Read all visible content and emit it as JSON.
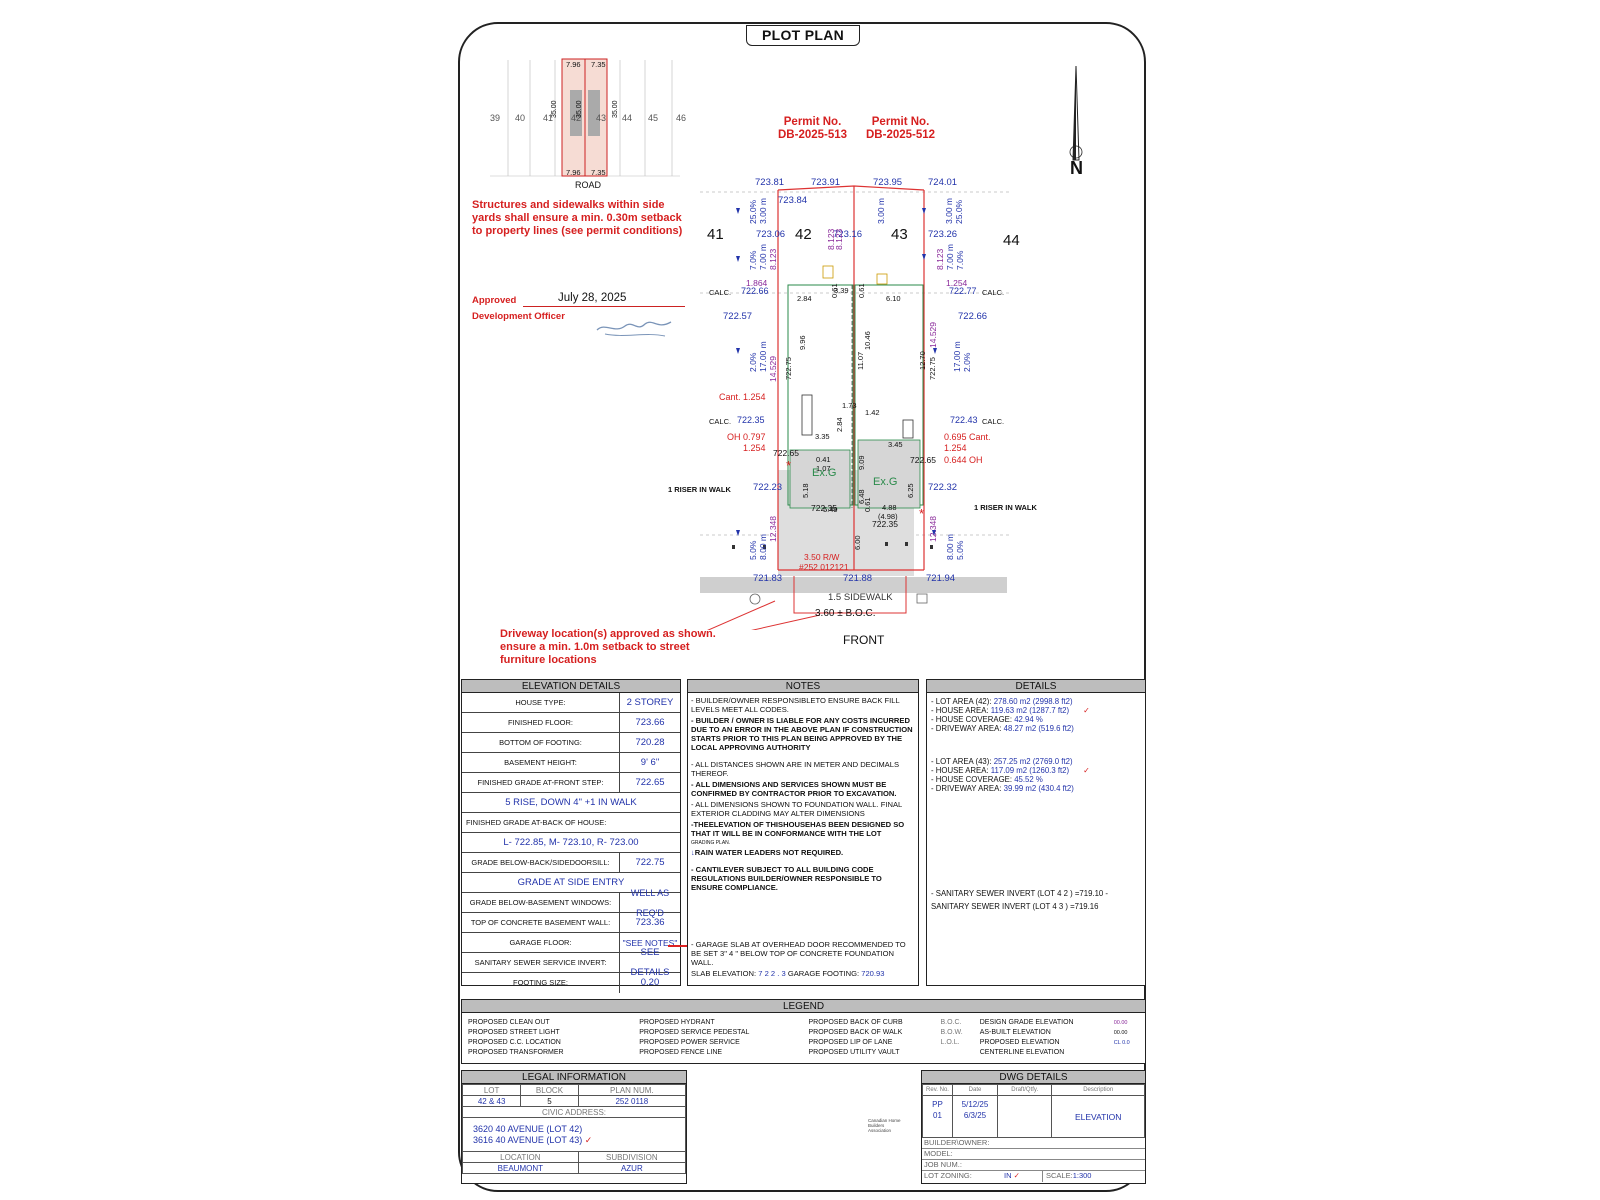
{
  "title": "PLOT PLAN",
  "north": "N",
  "key_map": {
    "lots": [
      "39",
      "40",
      "41",
      "42",
      "43",
      "44",
      "45",
      "46"
    ],
    "top_dims": [
      "7.96",
      "7.35"
    ],
    "bottom_dims": [
      "7.96",
      "7.35"
    ],
    "depths": [
      "35.00",
      "35.00",
      "35.00"
    ],
    "road": "ROAD"
  },
  "permits": [
    {
      "label": "Permit No.",
      "number": "DB-2025-513"
    },
    {
      "label": "Permit No.",
      "number": "DB-2025-512"
    }
  ],
  "notes_red": {
    "setback": "Structures and sidewalks within side yards shall ensure a min. 0.30m setback to property lines (see permit conditions)",
    "driveway": "Driveway location(s) approved as shown. ensure a min. 1.0m setback to street furniture locations"
  },
  "approval": {
    "approved": "Approved",
    "date": "July 28, 2025",
    "officer": "Development Officer"
  },
  "site": {
    "lots": [
      "41",
      "42",
      "43",
      "44"
    ],
    "rear_elev": [
      "723.81",
      "723.91",
      "723.95",
      "724.01"
    ],
    "rear_inner": [
      "723.84"
    ],
    "rear_slopes": [
      "25.0%",
      "3.00 m",
      "3.00 m",
      "25.0%",
      "3.00 m"
    ],
    "elev_labels": {
      "e1": "723.06",
      "e2": "723.16",
      "e3": "723.26",
      "e4": "722.66",
      "e5": "722.77",
      "e6": "722.57",
      "e7": "722.66",
      "e8": "722.35",
      "e9": "722.43",
      "e10": "722.65",
      "e11": "722.65",
      "e12": "722.23",
      "e13": "722.32",
      "e14": "722.35",
      "e15": "722.35",
      "e16": "721.83",
      "e17": "721.88",
      "e18": "721.94"
    },
    "slopes": {
      "s1": "7.0%",
      "s2": "7.00 m",
      "s3": "7.0%",
      "s4": "7.00 m",
      "s5": "2.0%",
      "s6": "17.00 m",
      "s7": "2.0%",
      "s8": "17.00 m",
      "s9": "5.0%",
      "s10": "8.00 m",
      "s11": "5.0%",
      "s12": "8.00 m"
    },
    "dims_purple": {
      "d1": "8.123",
      "d2": "8.123",
      "d3": "8.123",
      "d4": "8.123",
      "d5": "1.864",
      "d6": "1.254",
      "d7": "14.529",
      "d8": "14.529",
      "d9": "12.348",
      "d10": "12.348"
    },
    "calc": "CALC.",
    "cant_left": "Cant. 1.254",
    "oh_left": "OH 0.797",
    "oh_left_b": "1.254",
    "cant_right": "0.695 Cant.",
    "cant_right_b": "1.254",
    "oh_right": "0.644 OH",
    "house_dims": {
      "h1": "3.39",
      "h2": "2.84",
      "h3": "6.10",
      "h4": "9.96",
      "h5": "10.46",
      "h6": "11.07",
      "h7": "12.70",
      "h8": "1.73",
      "h9": "1.42",
      "h10": "3.35",
      "h11": "3.45",
      "h12": "2.84",
      "h13": "9.09",
      "h14": "6.48",
      "h15": "0.41",
      "h16": "1.07",
      "h17": "5.18",
      "h18": "6.25",
      "h19": "5.49",
      "h20": "4.88",
      "h21": "(4.98)",
      "h22": "0.61",
      "h23": "6.00",
      "h24": "0.61",
      "h25": "0.61",
      "h26": "722.75",
      "h27": "722.75"
    },
    "garage_left": "Ex.G",
    "garage_right": "Ex.G",
    "riser_left": "1 RISER IN WALK",
    "riser_right": "1 RISER IN WALK",
    "rw": "3.50 R/W",
    "rw_plan": "#252 012121",
    "sidewalk": "1.5 SIDEWALK",
    "boc": "3.60 ± B.O.C.",
    "front": "FRONT"
  },
  "elevation_details": {
    "header": "ELEVATION DETAILS",
    "rows": [
      {
        "label": "HOUSE TYPE:",
        "value": "2 STOREY"
      },
      {
        "label": "FINISHED FLOOR:",
        "value": "723.66"
      },
      {
        "label": "BOTTOM OF FOOTING:",
        "value": "720.28"
      },
      {
        "label": "BASEMENT HEIGHT:",
        "value": "9' 6\""
      },
      {
        "label": "FINISHED GRADE AT-FRONT STEP:",
        "value": "722.65"
      }
    ],
    "rise": "5 RISE, DOWN 4\" +1 IN WALK",
    "back_label": "FINISHED GRADE AT-BACK OF HOUSE:",
    "back_value": "L- 722.85, M- 723.10, R- 723.00",
    "rows2": [
      {
        "label": "GRADE BELOW-BACK/SIDEDOORSILL:",
        "value": "722.75"
      }
    ],
    "side_entry": "GRADE AT SIDE ENTRY",
    "rows3": [
      {
        "label": "GRADE BELOW-BASEMENT WINDOWS:",
        "value": "WELL AS REQ'D"
      },
      {
        "label": "TOP OF CONCRETE BASEMENT WALL:",
        "value": "723.36"
      },
      {
        "label": "GARAGE FLOOR:",
        "value": "\"SEE NOTES\""
      },
      {
        "label": "SANITARY SEWER SERVICE INVERT:",
        "value": "SEE DETAILS"
      },
      {
        "label": "FOOTING SIZE:",
        "value": "0.20"
      }
    ]
  },
  "notes": {
    "header": "NOTES",
    "n1": "- BUILDER/OWNER RESPONSIBLETO ENSURE BACK FILL LEVELS MEET ALL CODES.",
    "n2": "- BUILDER / OWNER IS LIABLE FOR ANY COSTS INCURRED DUE TO AN ERROR IN THE ABOVE PLAN IF CONSTRUCTION STARTS PRIOR TO THIS PLAN BEING APPROVED BY THE LOCAL APPROVING AUTHORITY",
    "n3": "- ALL DISTANCES SHOWN ARE IN METER AND DECIMALS THEREOF.",
    "n4": "- ALL DIMENSIONS AND SERVICES SHOWN MUST BE CONFIRMED BY CONTRACTOR PRIOR TO EXCAVATION.",
    "n5": "- ALL DIMENSIONS SHOWN TO FOUNDATION WALL. FINAL EXTERIOR CLADDING MAY ALTER DIMENSIONS",
    "n6": "-THEELEVATION OF THISHOUSEHAS BEEN DESIGNED SO THAT IT WILL BE IN CONFORMANCE WITH THE LOT",
    "n6b": "GRADING PLAN.",
    "n7": "RAIN WATER LEADERS NOT REQUIRED.",
    "n8": "- CANTILEVER SUBJECT TO ALL BUILDING CODE REGULATIONS BUILDER/OWNER RESPONSIBLE TO ENSURE COMPLIANCE.",
    "n9": "- GARAGE SLAB AT OVERHEAD DOOR RECOMMENDED TO BE SET 3\" 4 \" BELOW TOP OF CONCRETE FOUNDATION WALL.",
    "n10a": "SLAB ELEVATION: ",
    "n10b": "7 2 2 . 3",
    "n10c": " GARAGE FOOTING: ",
    "n10d": "720.93"
  },
  "details": {
    "header": "DETAILS",
    "lot42": [
      {
        "k": "- LOT AREA (42): ",
        "v": "278.60 m2 (2998.8 ft2)"
      },
      {
        "k": "- HOUSE AREA: ",
        "v": "119.63 m2 (1287.7 ft2)"
      },
      {
        "k": "- HOUSE COVERAGE: ",
        "v": "42.94 %"
      },
      {
        "k": "- DRIVEWAY AREA: ",
        "v": "48.27 m2 (519.6 ft2)"
      }
    ],
    "lot43": [
      {
        "k": "- LOT AREA (43): ",
        "v": "257.25 m2 (2769.0 ft2)"
      },
      {
        "k": "- HOUSE AREA: ",
        "v": "117.09 m2 (1260.3 ft2)"
      },
      {
        "k": "- HOUSE COVERAGE: ",
        "v": "45.52 %"
      },
      {
        "k": "- DRIVEWAY AREA: ",
        "v": "39.99 m2 (430.4 ft2)"
      }
    ],
    "sewer1": "- SANITARY SEWER INVERT (LOT 4 2 ) =719.10 -",
    "sewer2": "SANITARY SEWER INVERT (LOT 4 3 ) =719.16"
  },
  "legend": {
    "header": "LEGEND",
    "col1": [
      "PROPOSED   CLEAN   OUT",
      "PROPOSED   STREET   LIGHT",
      "PROPOSED   C.C.  LOCATION",
      "PROPOSED TRANSFORMER"
    ],
    "col2": [
      "PROPOSED HYDRANT",
      "PROPOSED SERVICE PEDESTAL",
      "PROPOSED POWER SERVICE",
      "PROPOSED FENCE LINE"
    ],
    "col3": [
      "PROPOSED BACK OF CURB",
      "PROPOSED BACK OF WALK",
      "PROPOSED LIP OF LANE",
      "PROPOSED UTILITY VAULT"
    ],
    "col3_abbr": [
      "B.O.C.",
      "B.O.W.",
      "L.O.L.",
      ""
    ],
    "col4": [
      "DESIGN GRADE ELEVATION",
      "AS-BUILT ELEVATION",
      "PROPOSED ELEVATION",
      "CENTERLINE ELEVATION"
    ],
    "col4_vals": [
      "00.00",
      "",
      "00.00",
      "CL 0.0"
    ]
  },
  "legal": {
    "header": "LEGAL INFORMATION",
    "cols": [
      "LOT",
      "BLOCK",
      "PLAN NUM."
    ],
    "vals": [
      "42 & 43",
      "5",
      "252 0118"
    ],
    "civic_label": "CIVIC ADDRESS:",
    "addr1": "3620 40 AVENUE (LOT 42)",
    "addr2": "3616 40 AVENUE (LOT 43)",
    "loc_label": "LOCATION",
    "sub_label": "SUBDIVISION",
    "loc": "BEAUMONT",
    "sub": "AZUR"
  },
  "dwg": {
    "header": "DWG DETAILS",
    "cols": [
      "Rev. No.",
      "Date",
      "Draft/Qtfy.",
      "Description"
    ],
    "rev": [
      "PP",
      "01"
    ],
    "dates": [
      "5/12/25",
      "6/3/25"
    ],
    "desc": "ELEVATION",
    "builder": "BUILDER\\OWNER:",
    "model": "MODEL:",
    "job": "JOB NUM.:",
    "zoning_label": "LOT ZONING:",
    "zoning": "IN",
    "scale_label": "SCALE:",
    "scale": "1:300"
  },
  "assoc": "Canadian Home Builders Association"
}
